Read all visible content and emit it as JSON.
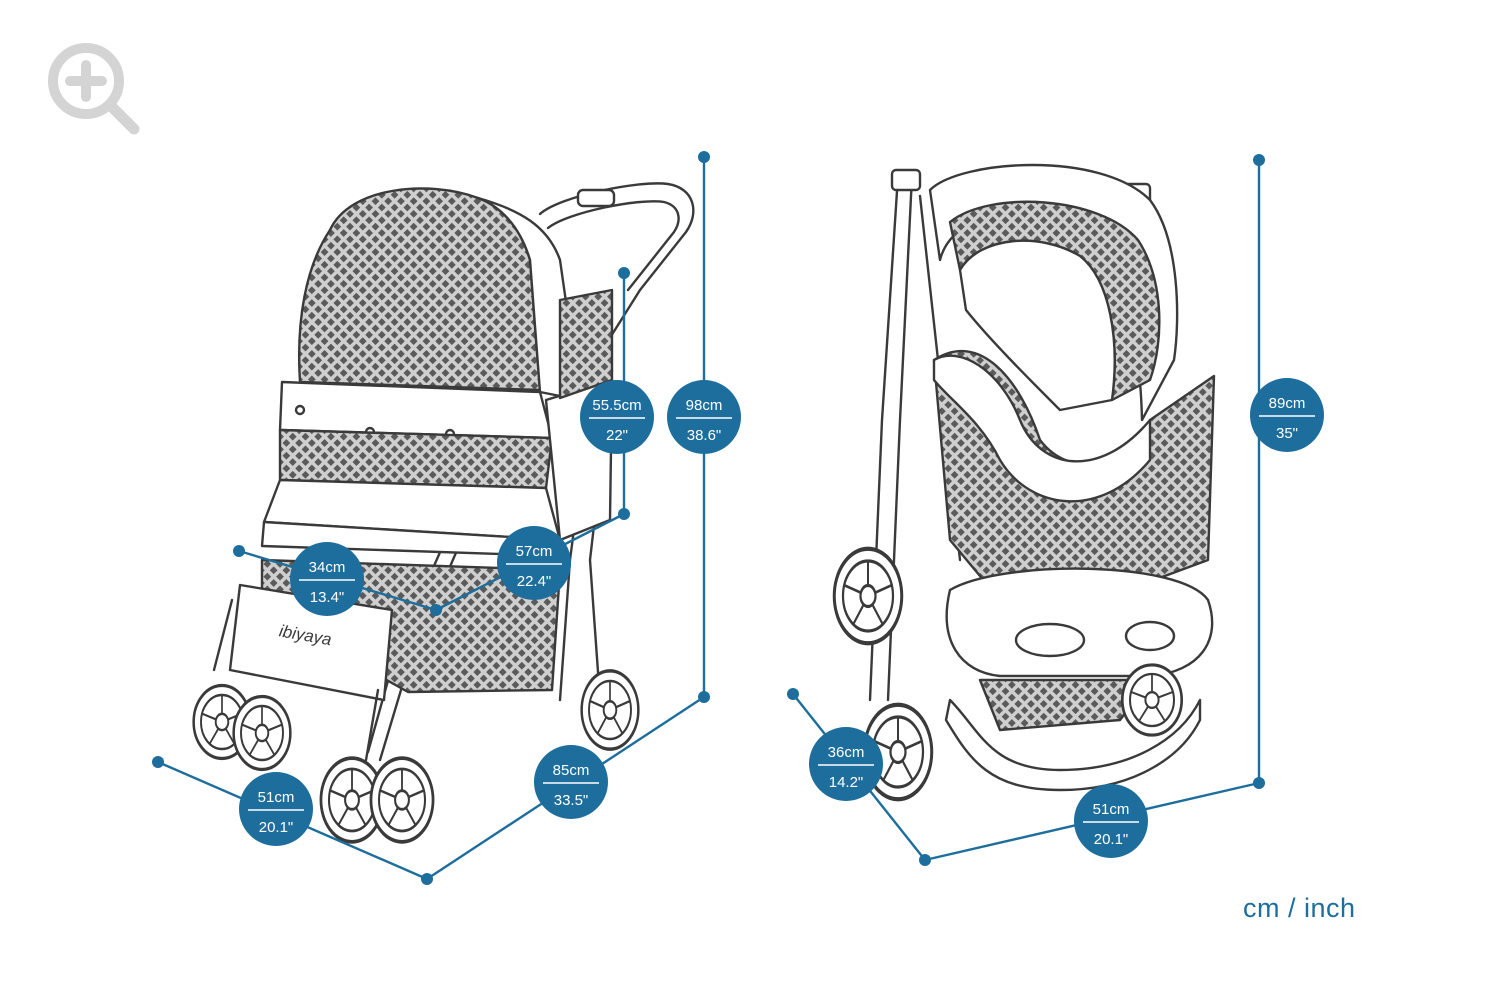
{
  "colors": {
    "accent": "#1d6e9c",
    "line_art": "#3a3a3a",
    "zoom_icon": "#d4d4d4"
  },
  "icons": {
    "zoom": "zoom-in-icon"
  },
  "product": {
    "brand_logo": "ibiyaya"
  },
  "legend": {
    "units": "cm / inch"
  },
  "open_view": {
    "height": {
      "cm": "98cm",
      "inch": "38.6\""
    },
    "inner_height": {
      "cm": "55.5cm",
      "inch": "22\""
    },
    "inner_length": {
      "cm": "57cm",
      "inch": "22.4\""
    },
    "inner_width": {
      "cm": "34cm",
      "inch": "13.4\""
    },
    "length": {
      "cm": "85cm",
      "inch": "33.5\""
    },
    "width": {
      "cm": "51cm",
      "inch": "20.1\""
    }
  },
  "folded_view": {
    "height": {
      "cm": "89cm",
      "inch": "35\""
    },
    "depth": {
      "cm": "36cm",
      "inch": "14.2\""
    },
    "width": {
      "cm": "51cm",
      "inch": "20.1\""
    }
  }
}
